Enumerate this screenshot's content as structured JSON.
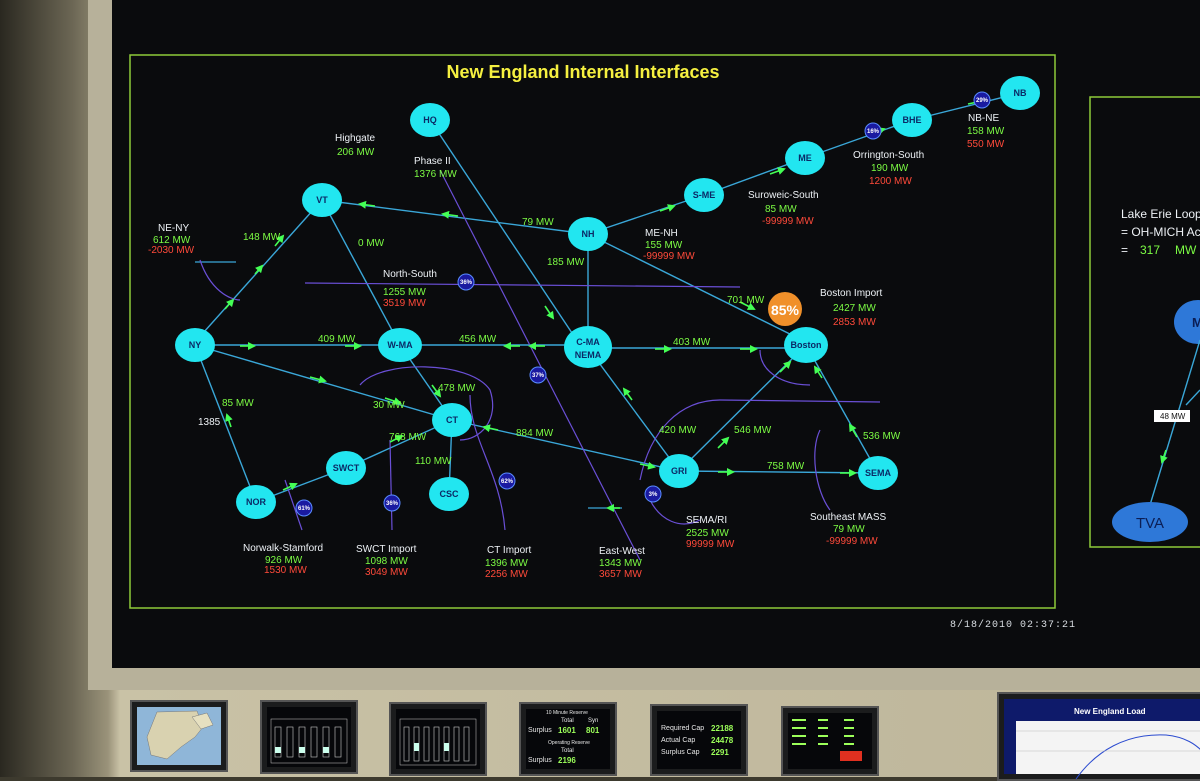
{
  "title": "New England Internal Interfaces",
  "timestamp": "8/18/2010 02:37:21",
  "colors": {
    "node": "#22e6f0",
    "link": "#3aa7d8",
    "arrow": "#44ff55",
    "flow": "#7cfc44",
    "limit": "#ff4a3a",
    "title": "#f5f040",
    "frame": "#8ecb3a"
  },
  "nodes": [
    {
      "id": "HQ",
      "label": "HQ"
    },
    {
      "id": "VT",
      "label": "VT"
    },
    {
      "id": "NH",
      "label": "NH"
    },
    {
      "id": "SME",
      "label": "S-ME"
    },
    {
      "id": "ME",
      "label": "ME"
    },
    {
      "id": "BHE",
      "label": "BHE"
    },
    {
      "id": "NB",
      "label": "NB"
    },
    {
      "id": "NY",
      "label": "NY"
    },
    {
      "id": "WMA",
      "label": "W-MA"
    },
    {
      "id": "CMA",
      "label": "C-MA",
      "label2": "NEMA"
    },
    {
      "id": "Boston",
      "label": "Boston"
    },
    {
      "id": "CT",
      "label": "CT"
    },
    {
      "id": "SWCT",
      "label": "SWCT"
    },
    {
      "id": "NOR",
      "label": "NOR"
    },
    {
      "id": "CSC",
      "label": "CSC"
    },
    {
      "id": "GRI",
      "label": "GRI"
    },
    {
      "id": "SEMA",
      "label": "SEMA"
    }
  ],
  "interfaces": [
    {
      "name": "Highgate",
      "flow": "206 MW"
    },
    {
      "name": "Phase II",
      "flow": "1376 MW"
    },
    {
      "name": "NE-NY",
      "flow": "612 MW",
      "limit": "-2030 MW"
    },
    {
      "name": "North-South",
      "flow": "1255 MW",
      "limit": "3519 MW"
    },
    {
      "name": "ME-NH",
      "flow": "155 MW",
      "limit": "-99999 MW"
    },
    {
      "name": "Suroweic-South",
      "flow": "85 MW",
      "limit": "-99999 MW"
    },
    {
      "name": "Orrington-South",
      "flow": "190 MW",
      "limit": "1200 MW"
    },
    {
      "name": "NB-NE",
      "flow": "158 MW",
      "limit": "550 MW"
    },
    {
      "name": "Boston Import",
      "flow": "2427 MW",
      "limit": "2853 MW"
    },
    {
      "name": "Norwalk-Stamford",
      "flow": "926 MW",
      "limit": "1530 MW"
    },
    {
      "name": "SWCT Import",
      "flow": "1098 MW",
      "limit": "3049 MW"
    },
    {
      "name": "CT Import",
      "flow": "1396 MW",
      "limit": "2256 MW"
    },
    {
      "name": "East-West",
      "flow": "1343 MW",
      "limit": "3657 MW"
    },
    {
      "name": "SEMA/RI",
      "flow": "2525 MW",
      "limit": "99999 MW"
    },
    {
      "name": "Southeast MASS",
      "flow": "79 MW",
      "limit": "-99999 MW"
    }
  ],
  "line_flows": [
    "148 MW",
    "0 MW",
    "79 MW",
    "185 MW",
    "701 MW",
    "409 MW",
    "456 MW",
    "403 MW",
    "478 MW",
    "30 MW",
    "85 MW",
    "1385",
    "768 MW",
    "110 MW",
    "884 MW",
    "420 MW",
    "546 MW",
    "758 MW",
    "536 MW"
  ],
  "loading_badges": [
    "29%",
    "16%",
    "36%",
    "37%",
    "61%",
    "36%",
    "62%",
    "3%"
  ],
  "boston_loading": "85%",
  "right_panel": {
    "line1": "Lake Erie Loop",
    "line2": "= OH-MICH Ac",
    "line3_prefix": "=",
    "line3_value": "317",
    "line3_unit": "MW",
    "flow_box": "48 MW",
    "node": "TVA",
    "node_partial": "M"
  },
  "monitors": {
    "reserve": {
      "header": "10 Minute Reserve",
      "col1": "Total",
      "col2": "Syn",
      "row_label": "Surplus",
      "v1": "1601",
      "v2": "801",
      "header2": "Operating Reserve",
      "col3": "Total",
      "row2_label": "Surplus",
      "v3": "2196"
    },
    "capacity": {
      "l1": "Required Cap",
      "v1": "22188",
      "l2": "Actual Cap",
      "v2": "24478",
      "l3": "Surplus Cap",
      "v3": "2291"
    },
    "load": {
      "title": "New England Load"
    }
  }
}
